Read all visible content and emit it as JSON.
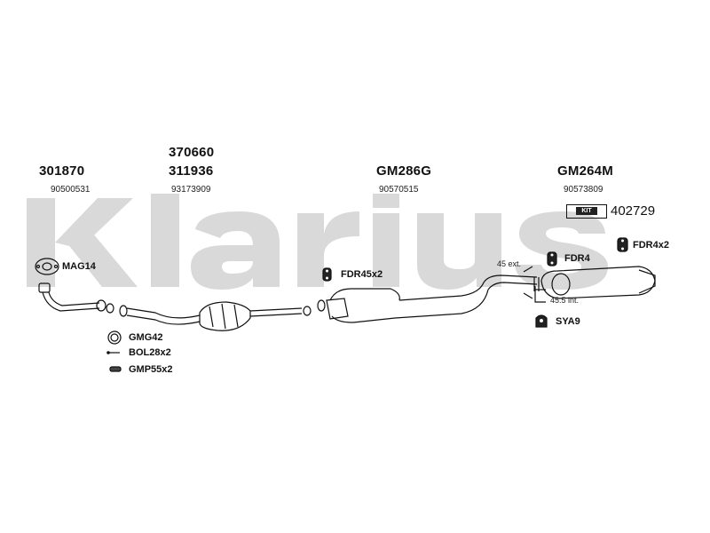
{
  "brand": {
    "watermark": "Klarius"
  },
  "parts": {
    "p1": {
      "number": "301870",
      "oe": "90500531"
    },
    "p2": {
      "number_top": "370660",
      "number": "311936",
      "oe": "93173909"
    },
    "p3": {
      "number": "GM286G",
      "oe": "90570515"
    },
    "p4": {
      "number": "GM264M",
      "oe": "90573809"
    }
  },
  "kit": {
    "label": "KIT",
    "number": "402729"
  },
  "fittings": {
    "mag": "MAG14",
    "gmg": "GMG42",
    "bol": "BOL28x2",
    "gmp": "GMP55x2",
    "fdr45": "FDR45x2",
    "fdr4": "FDR4",
    "fdr4x2": "FDR4x2",
    "sya": "SYA9"
  },
  "dimensions": {
    "ext": "45 ext.",
    "int": "45.5 int."
  },
  "colors": {
    "watermark": "#d9d9d9",
    "line": "#111111"
  }
}
